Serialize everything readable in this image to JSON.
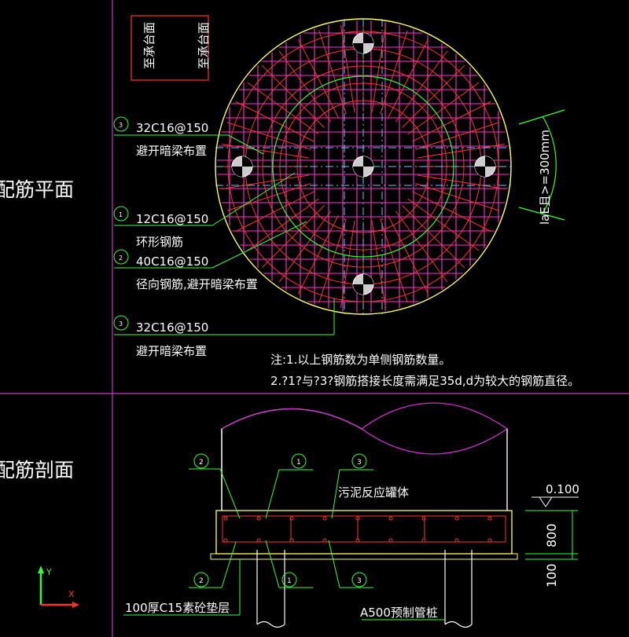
{
  "section_titles": {
    "plan": "配筋平面",
    "section": "配筋剖面"
  },
  "plan": {
    "red_box_labels": [
      "至承台面",
      "至承台面"
    ],
    "callouts": [
      {
        "mark": "3",
        "spec": "32C16@150",
        "note": "避开暗梁布置"
      },
      {
        "mark": "1",
        "spec": "12C16@150",
        "note": "环形钢筋"
      },
      {
        "mark": "2",
        "spec": "40C16@150",
        "note": "径向钢筋,避开暗梁布置"
      },
      {
        "mark": "3",
        "spec": "32C16@150",
        "note": "避开暗梁布置"
      }
    ],
    "dimension_label": "laE且>=300mm",
    "notes": [
      "注:1.以上钢筋数为单侧钢筋数量。",
      "2.?1?与?3?钢筋搭接长度需满足35d,d为较大的钢筋直径。"
    ]
  },
  "section": {
    "top_marks": [
      "2",
      "1",
      "3"
    ],
    "bottom_marks": [
      "2",
      "1",
      "3"
    ],
    "tank_label": "污泥反应罐体",
    "elevation": "0.100",
    "dim_800": "800",
    "dim_100": "100",
    "cushion_label": "100厚C15素砼垫层",
    "pile_label": "A500预制管桩"
  },
  "ucs": {
    "x": "X",
    "y": "Y"
  },
  "colors": {
    "background": "#000000",
    "frame": "#cc33cc",
    "grid": "#ff33cc",
    "red": "#ff3333",
    "green": "#33ff33",
    "yellow": "#ffff66",
    "cyan": "#55ccff",
    "white": "#ffffff"
  }
}
